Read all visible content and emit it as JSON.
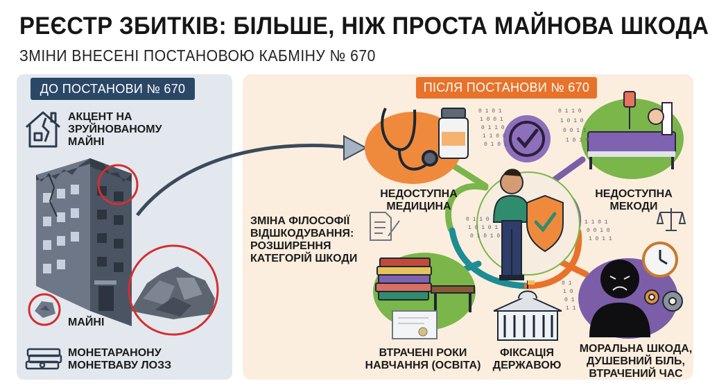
{
  "title": "РЕЄСТР ЗБИТКІВ: БІЛЬШЕ, НІЖ ПРОСТА МАЙНОВА ШКОДА",
  "subtitle": "ЗМІНИ ВНЕСЕНІ ПОСТАНОВОЮ КАБМІНУ № 670",
  "before": {
    "header": "ДО ПОСТАНОВИ № 670",
    "accent_line1": "АКЦЕНТ НА",
    "accent_line2": "ЗРУЙНОВАНОМУ",
    "accent_line3": "МАЙНІ",
    "property_label": "МАЙНІ",
    "monetary_line1": "МОНЕТАРАНОНУ",
    "monetary_line2": "МОНЕТВАВУ ЛОЗЗ"
  },
  "after": {
    "header": "ПІСЛЯ ПОСТАНОВИ № 670",
    "philosophy_line1": "ЗМІНА ФІЛОСОФІЇ",
    "philosophy_line2": "ВІДШКОДУВАННЯ:",
    "philosophy_line3": "РОЗШИРЕННЯ",
    "philosophy_line4": "КАТЕГОРІЙ ШКОДИ",
    "medicine_line1": "НЕДОСТУПНА",
    "medicine_line2": "МЕДИЦИНА",
    "mekody_line1": "НЕДОСТУПНА",
    "mekody_line2": "МЕКОДИ",
    "education_line1": "ВТРАЧЕНІ РОКИ",
    "education_line2": "НАВЧАННЯ (ОСВІТА)",
    "state_line1": "ФІКСАЦІЯ",
    "state_line2": "ДЕРЖАВОЮ",
    "moral_line1": "МОРАЛЬНА ШКОДА,",
    "moral_line2": "ДУШЕВНИЙ БІЛЬ,",
    "moral_line3": "ВТРАЧЕНИЙ ЧАС"
  },
  "colors": {
    "left_header": "#2b4766",
    "right_header": "#e8722a",
    "orange": "#ef8a3c",
    "teal": "#1e8c93",
    "green": "#7ab64a",
    "purple": "#7b5ea7",
    "red_circle": "#d42f2f"
  },
  "icons": [
    "house-crack-icon",
    "damaged-building-icon",
    "rubble-icon",
    "money-stack-icon",
    "curved-arrow-icon",
    "stethoscope-icon",
    "pill-bottle-icon",
    "checkmark-badge-icon",
    "hospital-bed-icon",
    "person-icon",
    "shield-check-icon",
    "document-pen-icon",
    "books-icon",
    "desk-icon",
    "diploma-icon",
    "parliament-icon",
    "scales-icon",
    "clock-icon",
    "sad-person-icon",
    "gears-icon"
  ]
}
